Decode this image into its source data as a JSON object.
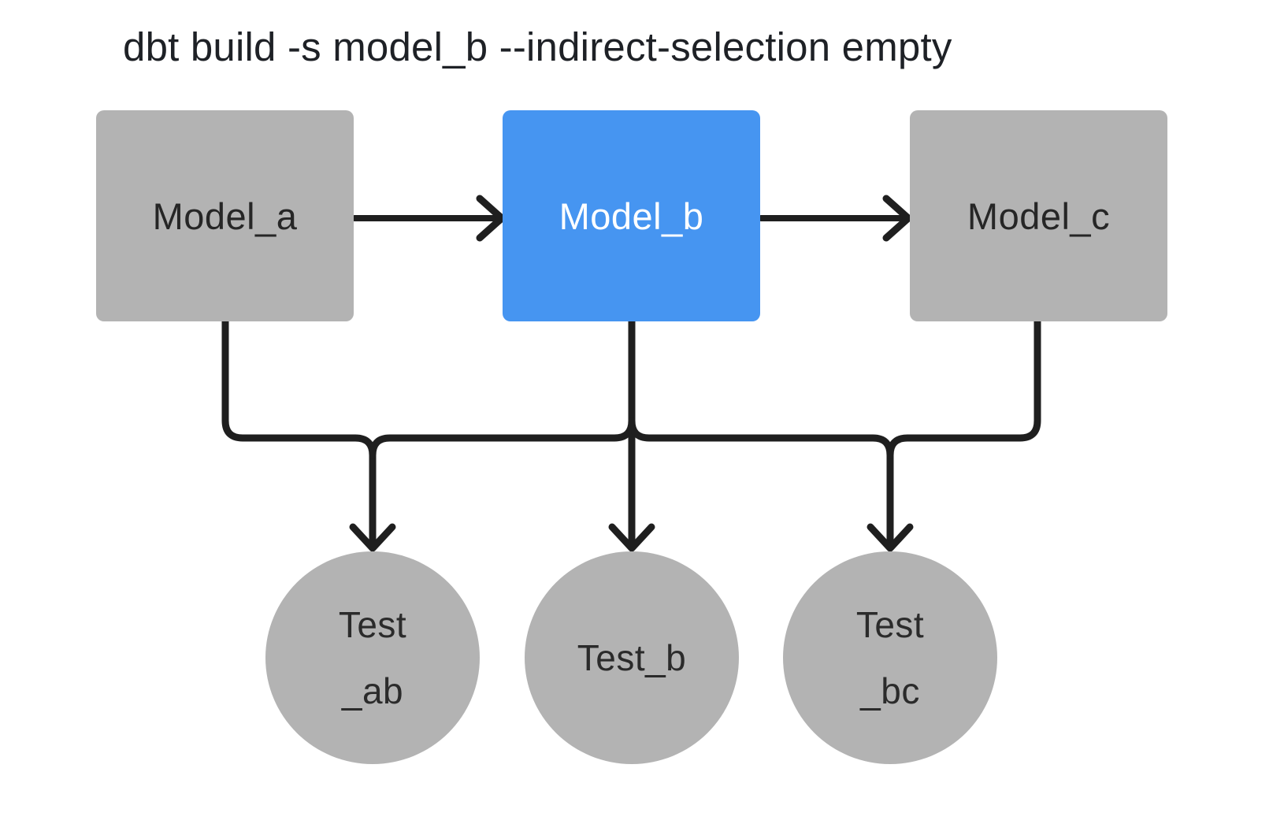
{
  "title": "dbt build -s model_b --indirect-selection empty",
  "colors": {
    "background": "#ffffff",
    "node_gray": "#b3b3b3",
    "selected_node_blue": "#4695f1",
    "edge_black": "#1f1f1f",
    "model_label_dark": "#262626",
    "model_label_light": "#ffffff",
    "test_label_dark": "#2b2b2b",
    "title_dark": "#1e2126"
  },
  "diagram": {
    "models": [
      {
        "id": "model_a",
        "label": "Model_a",
        "selected": false
      },
      {
        "id": "model_b",
        "label": "Model_b",
        "selected": true
      },
      {
        "id": "model_c",
        "label": "Model_c",
        "selected": false
      }
    ],
    "tests": [
      {
        "id": "test_ab",
        "label_lines": [
          "Test",
          "_ab"
        ]
      },
      {
        "id": "test_b",
        "label_lines": [
          "Test_b"
        ]
      },
      {
        "id": "test_bc",
        "label_lines": [
          "Test",
          "_bc"
        ]
      }
    ],
    "edges": [
      {
        "from": "model_a",
        "to": "model_b"
      },
      {
        "from": "model_b",
        "to": "model_c"
      },
      {
        "from": "model_a",
        "to": "test_ab"
      },
      {
        "from": "model_b",
        "to": "test_ab"
      },
      {
        "from": "model_b",
        "to": "test_b"
      },
      {
        "from": "model_b",
        "to": "test_bc"
      },
      {
        "from": "model_c",
        "to": "test_bc"
      }
    ]
  }
}
